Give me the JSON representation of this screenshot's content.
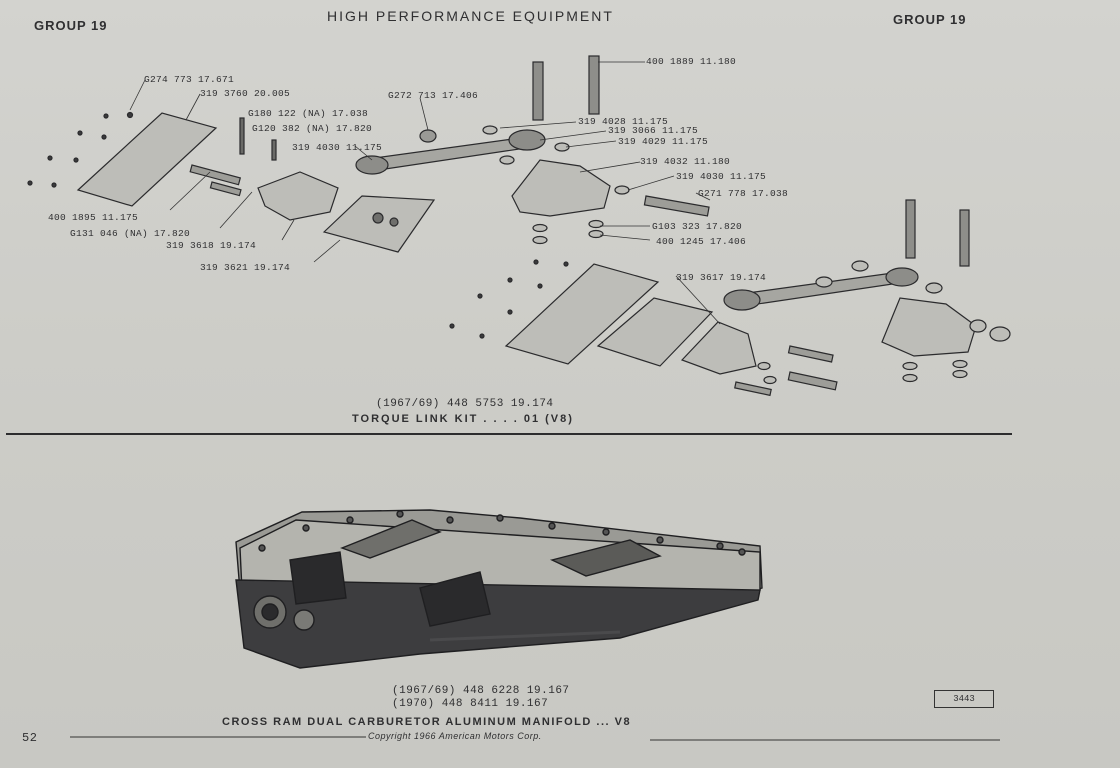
{
  "header": {
    "group_left": "GROUP 19",
    "title": "HIGH PERFORMANCE EQUIPMENT",
    "group_right": "GROUP 19"
  },
  "torque_kit": {
    "labels": [
      "G274 773  17.671",
      "319 3760  20.005",
      "G272 713  17.406",
      "400 1889  11.180",
      "G180 122 (NA)  17.038",
      "G120 382 (NA)  17.820",
      "319 4030  11.175",
      "319 4028  11.175",
      "319 3066  11.175",
      "319 4029  11.175",
      "319 4032  11.180",
      "319 4030  11.175",
      "G271 778  17.038",
      "400 1895  11.175",
      "G131 046 (NA)  17.820",
      "319 3618  19.174",
      "319 3621  19.174",
      "G103 323  17.820",
      "400 1245  17.406",
      "319 3617  19.174"
    ],
    "caption_line": "(1967/69)  448 5753      19.174",
    "caption_title": "TORQUE  LINK  KIT  . . . .  01  (V8)"
  },
  "manifold": {
    "caption_line1": "(1967/69)  448 6228      19.167",
    "caption_line2": "(1970)  448 8411      19.167",
    "caption_title": "CROSS RAM DUAL CARBURETOR ALUMINUM MANIFOLD ... V8",
    "badge": "3443"
  },
  "footer": {
    "page_number": "52",
    "copyright": "Copyright 1966 American Motors Corp."
  }
}
